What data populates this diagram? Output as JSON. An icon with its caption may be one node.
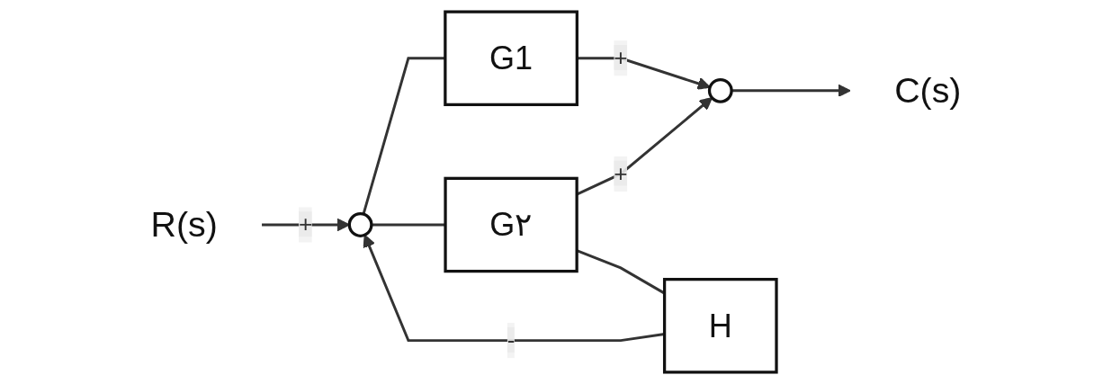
{
  "diagram": {
    "nodes": [
      {
        "text": [
          "R(s)"
        ]
      },
      {
        "text": [],
        "shape": "circle"
      },
      {
        "text": [
          "G1"
        ]
      },
      {
        "text": [
          "G۲"
        ]
      },
      {
        "text": [
          "H"
        ]
      },
      {
        "text": [],
        "shape": "circle"
      },
      {
        "text": [
          "C(s)"
        ]
      }
    ],
    "edges": [
      {
        "from": 0,
        "to": 1,
        "arrow": "to",
        "label": "+"
      },
      {
        "from": 1,
        "to": 2,
        "arrow": "none"
      },
      {
        "from": 1,
        "to": 3,
        "arrow": "none"
      },
      {
        "from": 2,
        "to": 5,
        "arrow": "to",
        "label": "+"
      },
      {
        "from": 3,
        "to": 5,
        "arrow": "to",
        "label": "+"
      },
      {
        "from": 3,
        "to": 4,
        "arrow": "none"
      },
      {
        "from": 4,
        "to": 1,
        "arrow": "to",
        "label": "-"
      },
      {
        "from": 5,
        "to": 6,
        "arrow": "to"
      }
    ]
  }
}
